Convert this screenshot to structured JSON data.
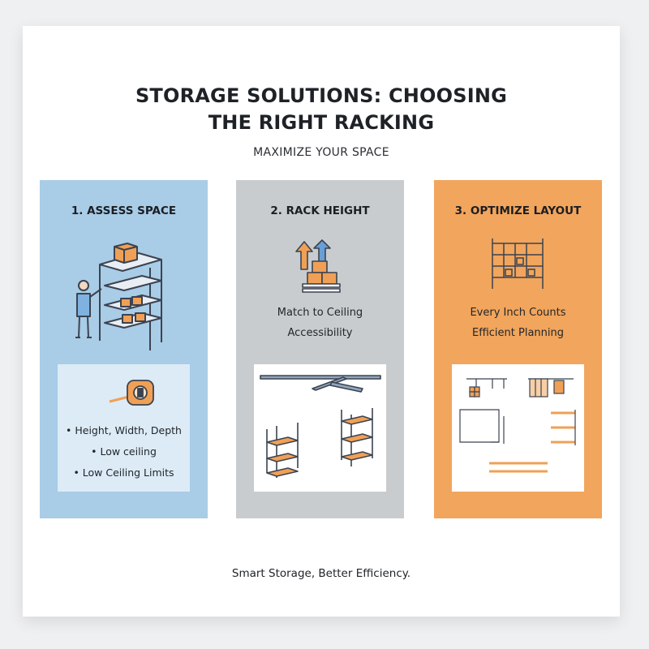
{
  "header": {
    "title_line1": "STORAGE SOLUTIONS: CHOOSING",
    "title_line2": "THE RIGHT RACKING",
    "subtitle": "MAXIMIZE YOUR SPACE"
  },
  "panels": [
    {
      "title": "1. ASSESS SPACE",
      "illustration": "person-with-loaded-shelf-icon",
      "card_illustration": "tape-measure-icon",
      "bullets": [
        "• Height, Width, Depth",
        "• Low ceiling",
        "• Low Ceiling Limits"
      ]
    },
    {
      "title": "2. RACK HEIGHT",
      "illustration": "boxes-on-pallet-with-arrows-icon",
      "description": [
        "Match to Ceiling",
        "Accessibility"
      ],
      "card_illustration": "rack-height-diagram"
    },
    {
      "title": "3. OPTIMIZE LAYOUT",
      "illustration": "grid-rack-icon",
      "description": [
        "Every Inch Counts",
        "Efficient Planning"
      ],
      "card_illustration": "floor-plan-diagram"
    }
  ],
  "footer": "Smart Storage, Better Efficiency.",
  "colors": {
    "assess": "#a9cce7",
    "rack_height": "#c9ccce",
    "optimize": "#f2a55c",
    "box_orange": "#f0a056",
    "arrow_blue": "#6a9fd6"
  }
}
